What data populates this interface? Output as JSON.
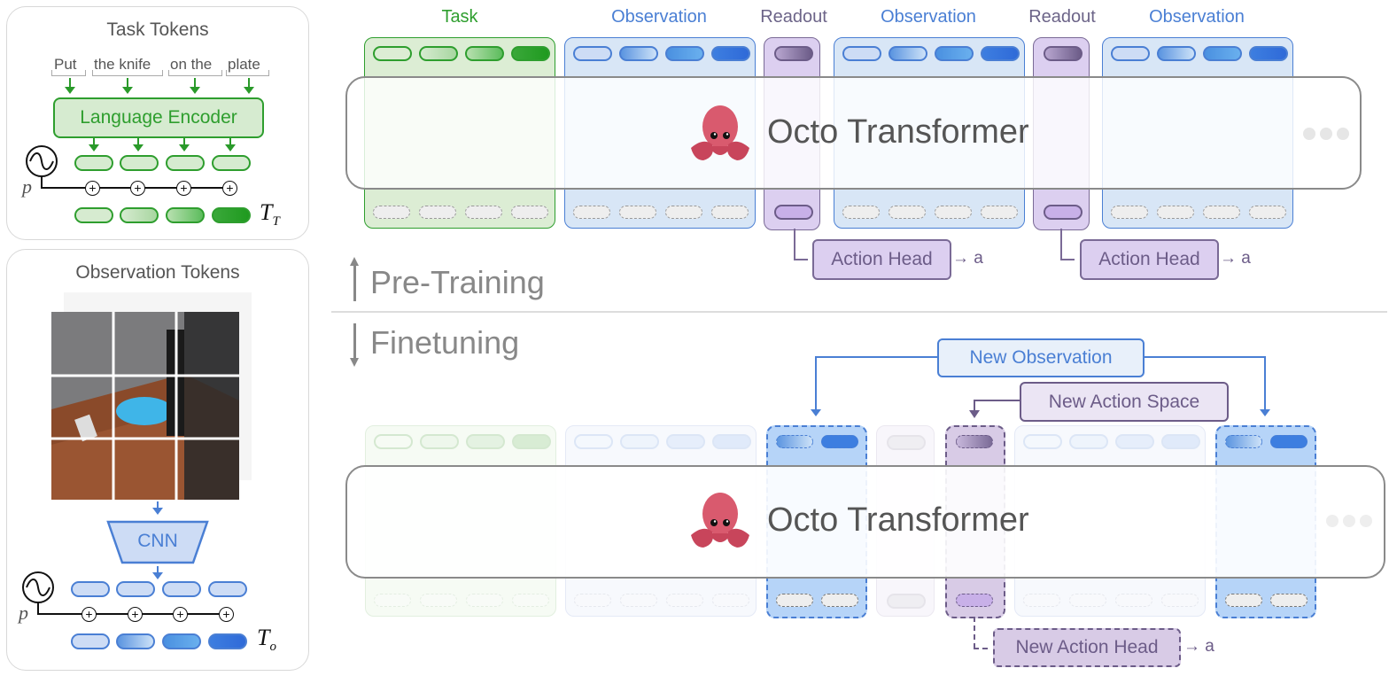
{
  "task_panel": {
    "title": "Task Tokens",
    "words": [
      "Put",
      "the knife",
      "on the",
      "plate"
    ],
    "encoder_label": "Language Encoder",
    "position_label": "p",
    "output_symbol": "T",
    "output_subscript": "T",
    "color": "#2e9e2e"
  },
  "observation_panel": {
    "title": "Observation Tokens",
    "encoder_label": "CNN",
    "position_label": "p",
    "output_symbol": "T",
    "output_subscript": "o",
    "color": "#4a7fd4"
  },
  "pretraining": {
    "column_headers": [
      "Task",
      "Observation",
      "Readout",
      "Observation",
      "Readout",
      "Observation"
    ],
    "transformer_label": "Octo Transformer",
    "action_heads": [
      "Action Head",
      "Action Head"
    ],
    "action_output": "a",
    "stage_label": "Pre-Training"
  },
  "finetuning": {
    "stage_label": "Finetuning",
    "transformer_label": "Octo Transformer",
    "new_observation_label": "New Observation",
    "new_action_space_label": "New Action Space",
    "new_action_head_label": "New Action Head",
    "action_output": "a"
  },
  "colors": {
    "task_green": "#2e9e2e",
    "observation_blue": "#4a7fd4",
    "readout_purple": "#7a6a96",
    "readout_fill": "#dccff0",
    "text_gray": "#555555"
  }
}
